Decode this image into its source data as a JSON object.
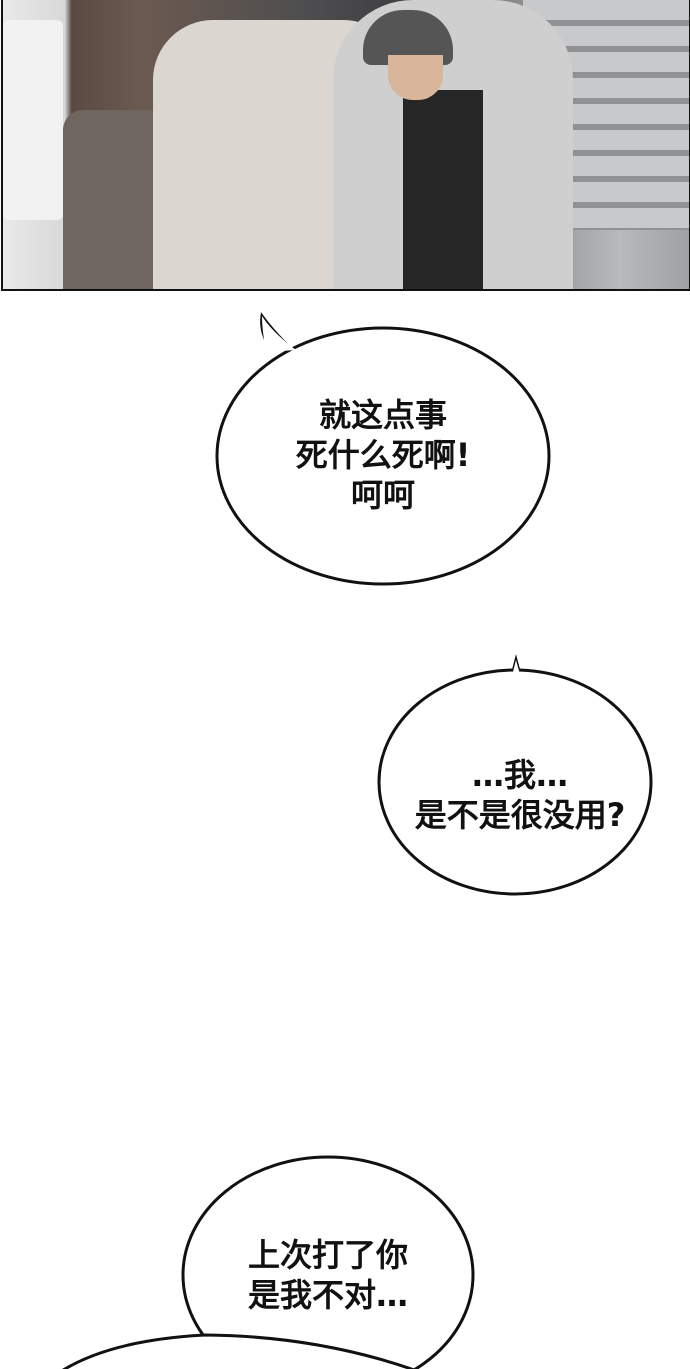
{
  "bubbles": [
    {
      "lines": [
        "就这点事",
        "死什么死啊!",
        "呵呵"
      ]
    },
    {
      "lines": [
        "…我…",
        "是不是很没用?"
      ]
    },
    {
      "lines": [
        "上次打了你",
        "是我不对…"
      ]
    }
  ]
}
